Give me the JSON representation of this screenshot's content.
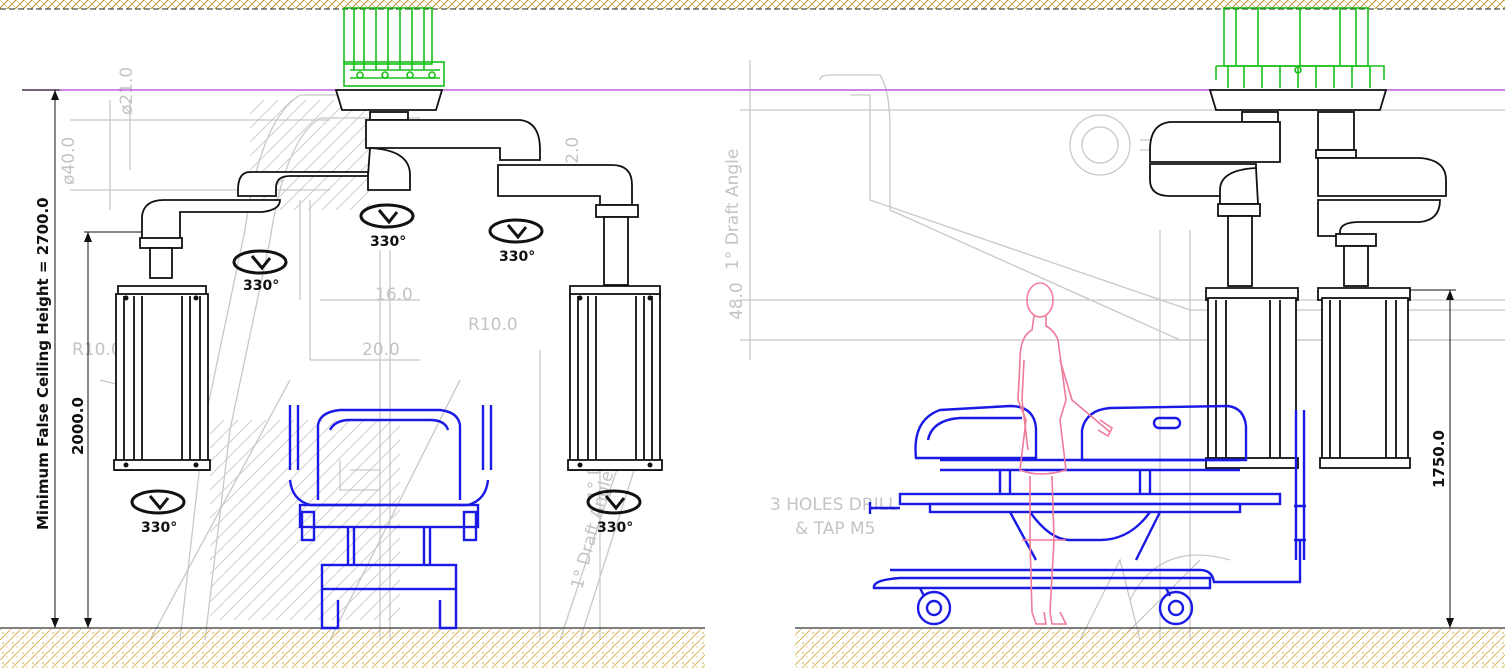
{
  "dimensions": {
    "ceiling_height": "Minimum False Ceiling Height = 2700.0",
    "arm_height": "2000.0",
    "pendant_height": "1750.0"
  },
  "rotations": {
    "r1": "330°",
    "r2": "330°",
    "r3": "330°",
    "r4": "330°",
    "r5": "330°"
  },
  "background_annotations": {
    "d21": "ø21.0",
    "d40": "ø40.0",
    "d52": "ø52.0",
    "d16": "16.0",
    "d20": "20.0",
    "r10a": "R10.0",
    "r10b": "R10.0",
    "draft1": "1° Draft Angle",
    "draft2": "1° Draft Angle",
    "draft3": "1° Draft Angle",
    "d488": "48.0",
    "holes1": "3 HOLES DRILL",
    "holes2": "& TAP M5"
  },
  "colors": {
    "pendant": "#111111",
    "bed": "#1a1ae6",
    "ceiling_mount": "#18c018",
    "person": "#f07a9a",
    "ceiling_line": "#c060e0",
    "ghost": "#c8c8c8",
    "ground": "#d9c27a"
  }
}
